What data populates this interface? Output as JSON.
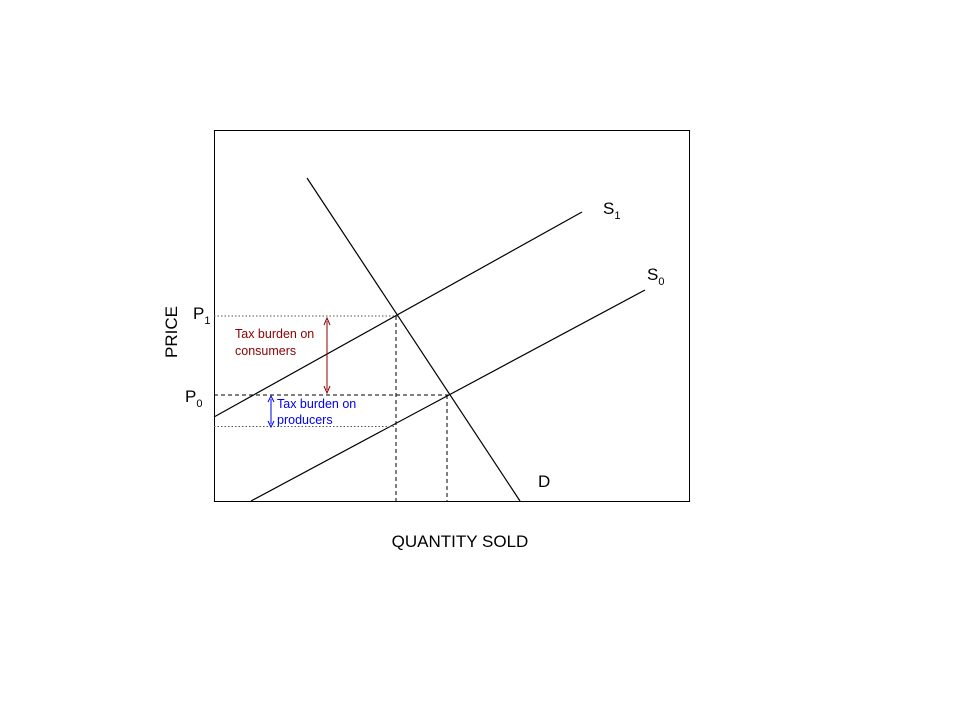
{
  "axes": {
    "x_label": "QUANTITY SOLD",
    "y_label": "PRICE"
  },
  "curves": {
    "supply_new": {
      "letter": "S",
      "subscript": "1"
    },
    "supply_original": {
      "letter": "S",
      "subscript": "0"
    },
    "demand": {
      "letter": "D"
    }
  },
  "price_levels": {
    "p1": {
      "letter": "P",
      "subscript": "1"
    },
    "p0": {
      "letter": "P",
      "subscript": "0"
    }
  },
  "annotations": {
    "consumers": {
      "lines": [
        "Tax burden on",
        "consumers"
      ],
      "color": "#8b0000"
    },
    "producers": {
      "lines": [
        "Tax burden on",
        "producers"
      ],
      "color": "#0000ee"
    }
  },
  "colors": {
    "line": "#000000",
    "background": "#ffffff"
  }
}
